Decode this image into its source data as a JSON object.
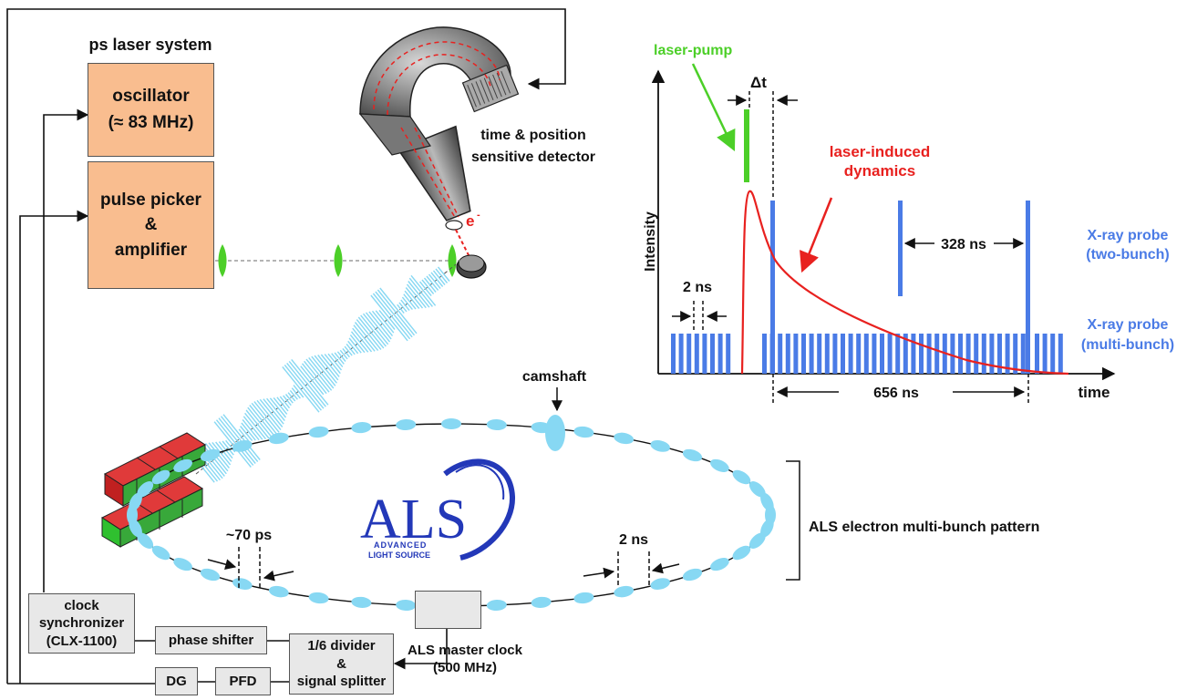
{
  "laser_system": {
    "title": "ps laser system",
    "oscillator": "oscillator",
    "oscillator_freq": "(≈ 83 MHz)",
    "pulse_picker_l1": "pulse picker",
    "pulse_picker_l2": "&",
    "pulse_picker_l3": "amplifier"
  },
  "detector": {
    "line1": "time & position",
    "line2": "sensitive detector",
    "electron": "e",
    "electron_sup": "-"
  },
  "ring": {
    "camshaft": "camshaft",
    "spacing_ps": "~70 ps",
    "spacing_ns": "2 ns",
    "pattern_label": "ALS electron multi-bunch pattern",
    "logo_text": "ALS",
    "logo_sub1": "ADVANCED",
    "logo_sub2": "LIGHT SOURCE"
  },
  "electronics": {
    "clock_l1": "clock",
    "clock_l2": "synchronizer",
    "clock_l3": "(CLX-1100)",
    "phase_shifter": "phase shifter",
    "divider_l1": "1/6 divider",
    "divider_l2": "&",
    "divider_l3": "signal splitter",
    "dg": "DG",
    "pfd": "PFD",
    "master_l1": "ALS master clock",
    "master_l2": "(500 MHz)"
  },
  "timing_plot": {
    "laser_pump": "laser-pump",
    "delta_t": "Δt",
    "dynamics_l1": "laser-induced",
    "dynamics_l2": "dynamics",
    "ylabel": "Intensity",
    "xlabel": "time",
    "two_ns": "2 ns",
    "ns328": "328 ns",
    "ns656": "656 ns",
    "probe_two_l1": "X-ray probe",
    "probe_two_l2": "(two-bunch)",
    "probe_multi_l1": "X-ray probe",
    "probe_multi_l2": "(multi-bunch)",
    "colors": {
      "probe": "#4a7be6",
      "pump": "#4ccf28",
      "dynamics": "#e8211f",
      "bunch": "#87d8f3"
    }
  }
}
